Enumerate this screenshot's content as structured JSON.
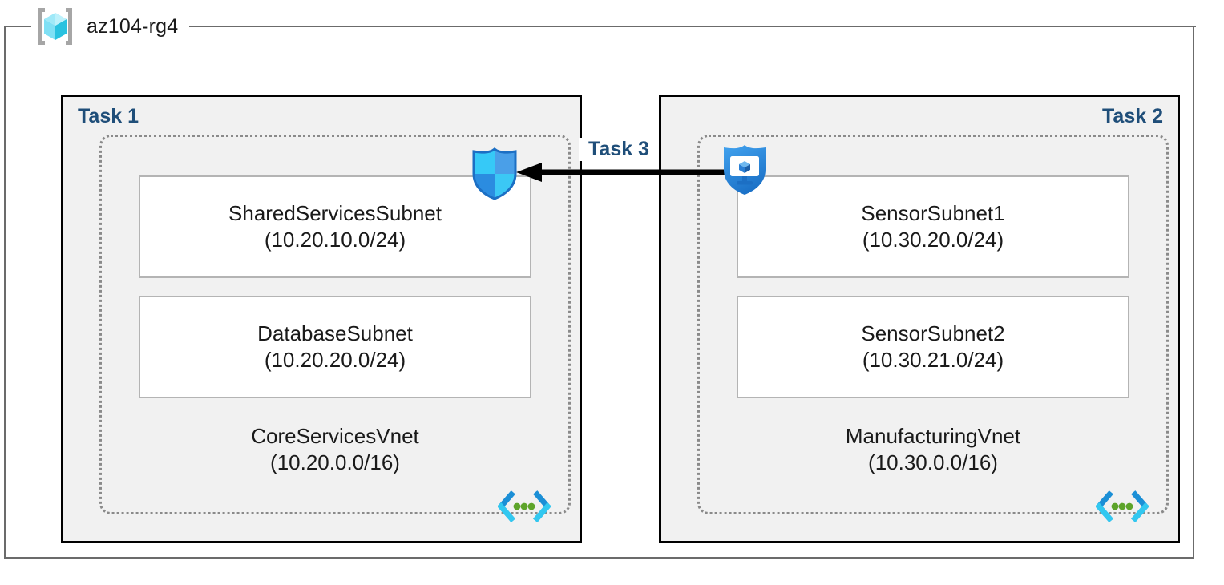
{
  "resource_group": {
    "name": "az104-rg4",
    "icon": "resource-group-cube-icon"
  },
  "connector": {
    "label": "Task 3",
    "icon": "left-arrow-icon",
    "direction": "right-to-left",
    "from": "ManufacturingVnet",
    "to": "CoreServicesVnet"
  },
  "colors": {
    "task_label": "#1f4e79",
    "panel_fill": "#f1f1f1",
    "panel_border": "#000000",
    "vnet_border": "#8a8a8a",
    "subnet_border": "#b4b4b4",
    "frame": "#6b6b6b",
    "arrow": "#000000",
    "azure_cyan": "#32c3f5",
    "azure_blue": "#2b8ce0",
    "vnet_glyph_green": "#5da42a"
  },
  "panels": [
    {
      "task_label": "Task 1",
      "label_align": "left",
      "security_icon": "network-security-group-shield-icon",
      "vnet": {
        "name": "CoreServicesVnet",
        "cidr": "(10.20.0.0/16)",
        "icon": "virtual-network-icon",
        "subnets": [
          {
            "name": "SharedServicesSubnet",
            "cidr": "(10.20.10.0/24)"
          },
          {
            "name": "DatabaseSubnet",
            "cidr": "(10.20.20.0/24)"
          }
        ]
      }
    },
    {
      "task_label": "Task 2",
      "label_align": "right",
      "security_icon": "network-watcher-monitor-shield-icon",
      "vnet": {
        "name": "ManufacturingVnet",
        "cidr": "(10.30.0.0/16)",
        "icon": "virtual-network-icon",
        "subnets": [
          {
            "name": "SensorSubnet1",
            "cidr": "(10.30.20.0/24)"
          },
          {
            "name": "SensorSubnet2",
            "cidr": "(10.30.21.0/24)"
          }
        ]
      }
    }
  ]
}
